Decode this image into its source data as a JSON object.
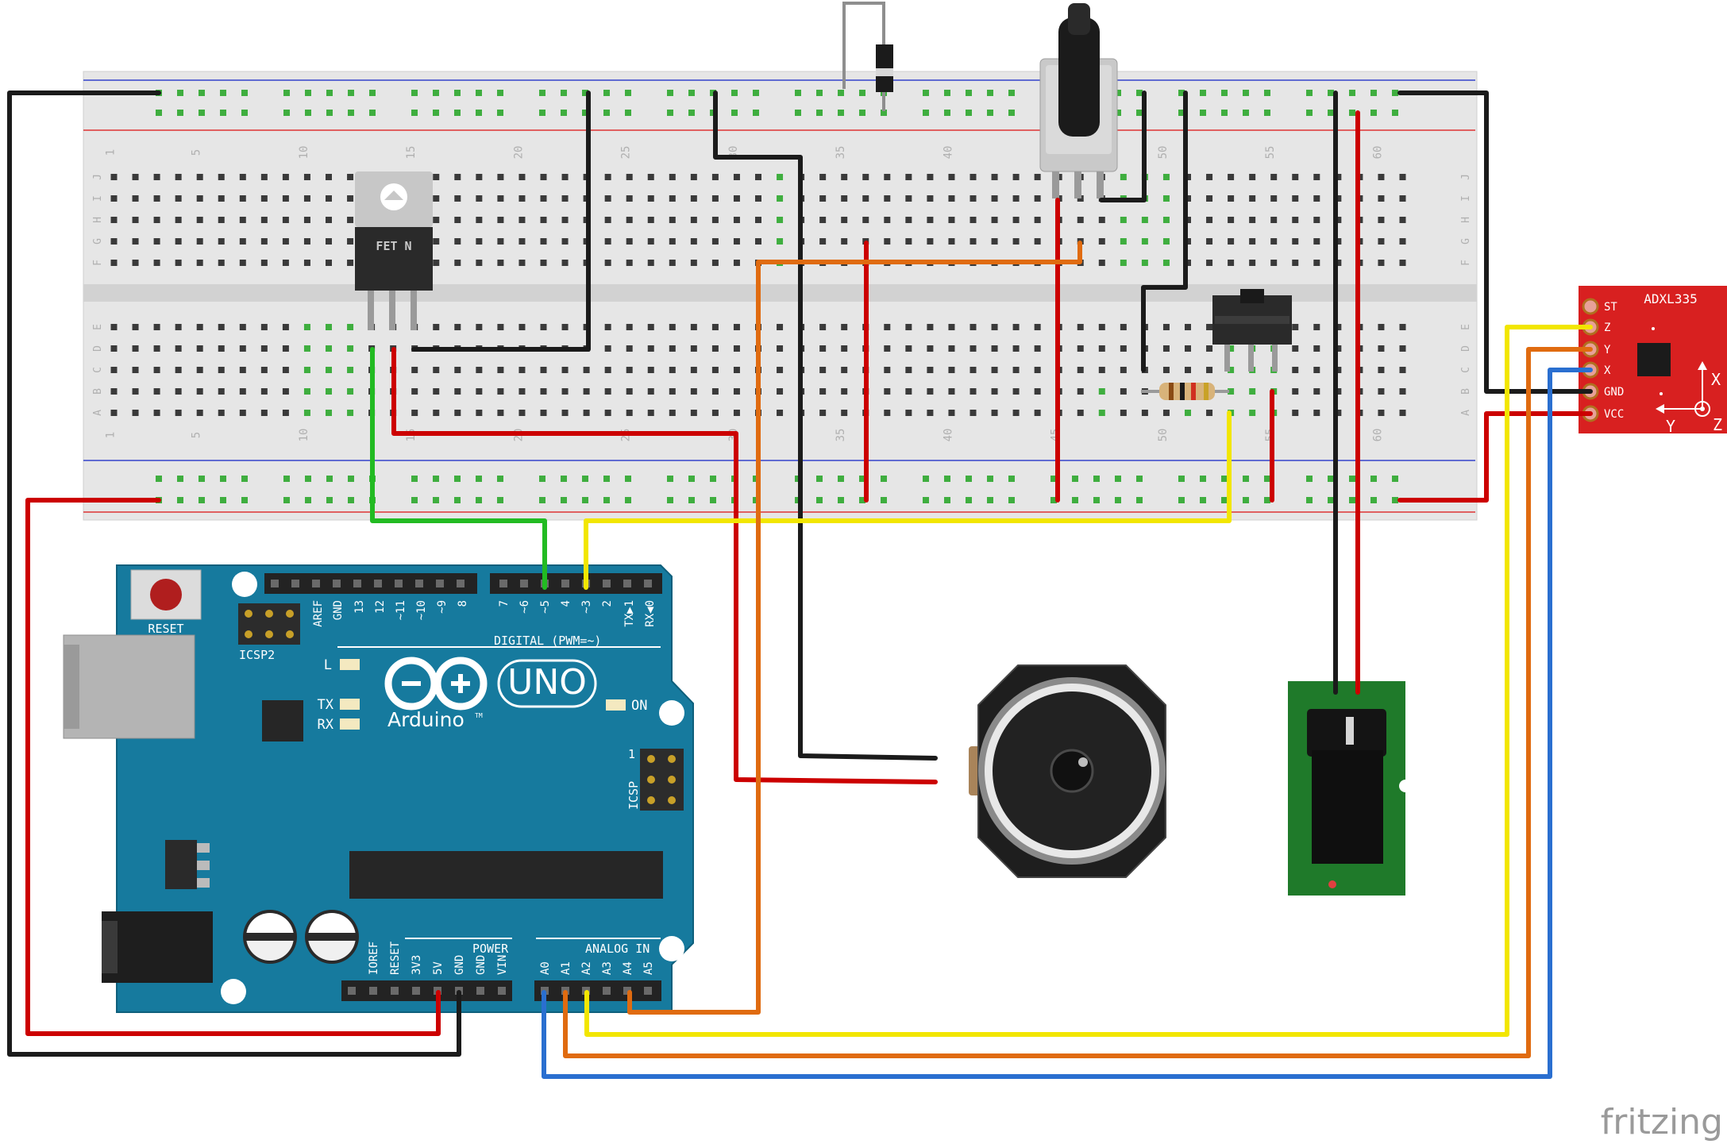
{
  "breadboard": {
    "row_letters_top": [
      "J",
      "I",
      "H",
      "G",
      "F"
    ],
    "row_letters_bottom": [
      "E",
      "D",
      "C",
      "B",
      "A"
    ],
    "column_numbers": [
      "1",
      "5",
      "10",
      "15",
      "20",
      "25",
      "30",
      "35",
      "40",
      "45",
      "50",
      "55",
      "60"
    ]
  },
  "fet": {
    "label": "FET N"
  },
  "arduino": {
    "reset_label": "RESET",
    "icsp2_label": "ICSP2",
    "icsp_label": "ICSP",
    "icsp_pin1": "1",
    "digital_header_label": "DIGITAL (PWM=~)",
    "digital_pins": [
      "AREF",
      "GND",
      "13",
      "12",
      "~11",
      "~10",
      "~9",
      "8",
      "7",
      "~6",
      "~5",
      "4",
      "~3",
      "2",
      "TX▶1",
      "RX◀0"
    ],
    "led_l": "L",
    "led_tx": "TX",
    "led_rx": "RX",
    "led_on": "ON",
    "brand": "Arduino",
    "trademark": "TM",
    "model": "UNO",
    "power_label": "POWER",
    "power_pins": [
      "IOREF",
      "RESET",
      "3V3",
      "5V",
      "GND",
      "GND",
      "VIN"
    ],
    "analog_label": "ANALOG IN",
    "analog_pins": [
      "A0",
      "A1",
      "A2",
      "A3",
      "A4",
      "A5"
    ]
  },
  "accelerometer": {
    "title": "ADXL335",
    "pins": [
      "ST",
      "Z",
      "Y",
      "X",
      "GND",
      "VCC"
    ],
    "axis_x": "X",
    "axis_y": "Y",
    "axis_z": "Z"
  },
  "wire_colors": {
    "black": "#1b1b1b",
    "red": "#cc0000",
    "green": "#22bb22",
    "yellow": "#f2e600",
    "orange": "#e06b10",
    "blue": "#2a6fd0"
  },
  "colors": {
    "arduino_board": "#167a9e",
    "accelerometer_board": "#d82020",
    "power_jack_board": "#1f7a2a"
  },
  "logo": "fritzing"
}
